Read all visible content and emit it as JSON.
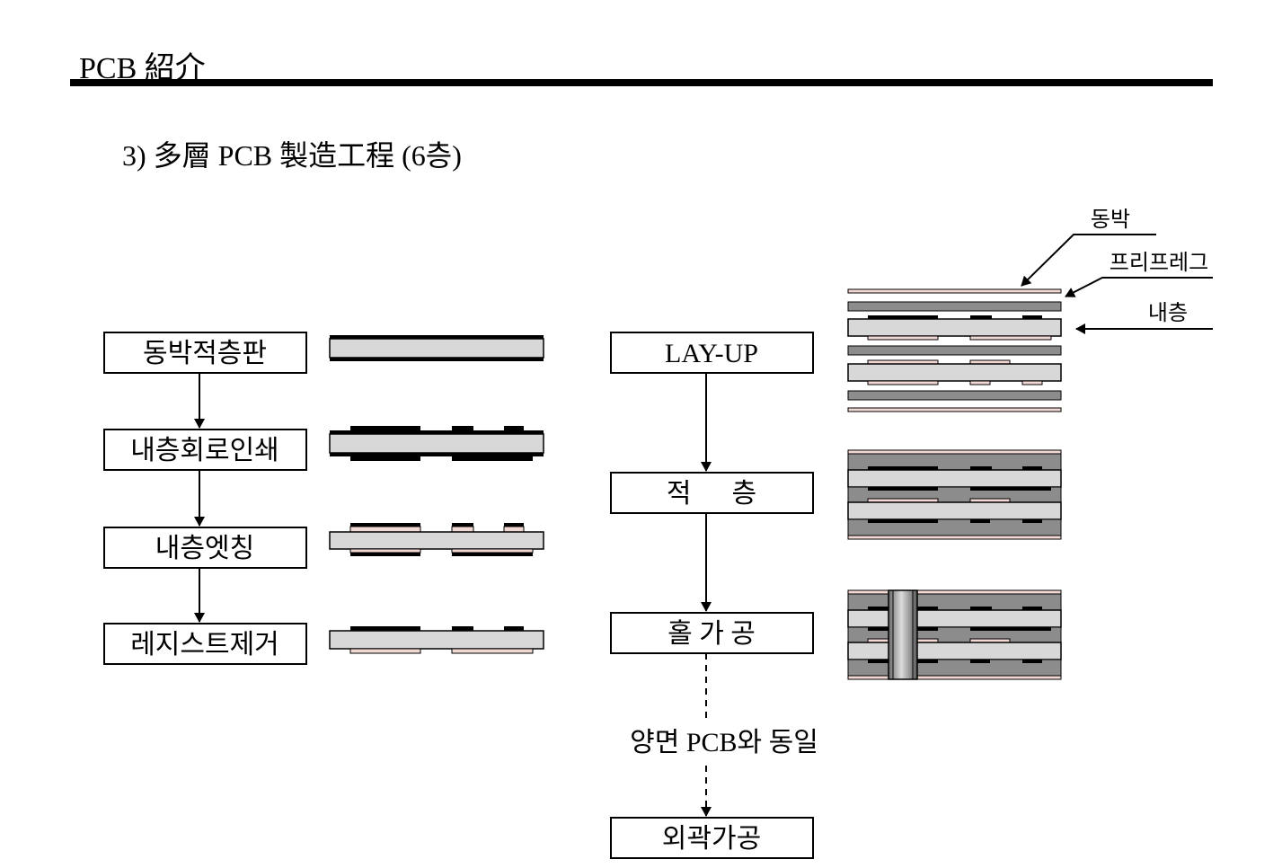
{
  "header": {
    "title": "PCB 紹介"
  },
  "section": {
    "title": "3) 多層  PCB 製造工程 (6층)"
  },
  "left_steps": [
    "동박적층판",
    "내층회로인쇄",
    "내층엣칭",
    "레지스트제거"
  ],
  "right_steps": [
    "LAY-UP",
    "적      층",
    "홀 가 공"
  ],
  "connector_label": "양면 PCB와 동일",
  "final_step": "외곽가공",
  "layer_labels": {
    "copper_foil": "동박",
    "prepreg": "프리프레그",
    "inner_layer": "내층"
  },
  "colors": {
    "core": "#d8d8d8",
    "prepreg": "#8c8c8c",
    "copper_foil": "#f2d9d4",
    "line": "#000000"
  }
}
